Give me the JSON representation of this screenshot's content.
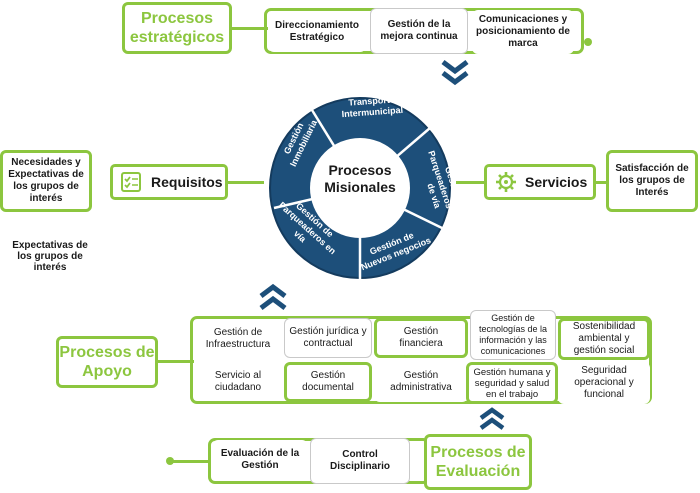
{
  "estrategicos": {
    "title": "Procesos estratégicos",
    "items": [
      "Direccionamiento Estratégico",
      "Gestión de la mejora continua",
      "Comunicaciones y posicionamiento de marca"
    ]
  },
  "misionales": {
    "center": "Procesos Misionales",
    "segments": [
      "Transporte Intermunicipal",
      "Gestión de Parqueaderos Fuera de vía",
      "Gestión de Nuevos negocios",
      "Gestión de Parqueaderos en vía",
      "Gestión Inmobiliaria"
    ]
  },
  "requisitos": {
    "label": "Requisitos",
    "input_box": "Necesidades y Expectativas de los grupos de interés",
    "note": "Expectativas de los grupos de interés",
    "icon": "checklist-icon"
  },
  "servicios": {
    "label": "Servicios",
    "output_box": "Satisfacción de los grupos de Interés",
    "icon": "gear-icon"
  },
  "apoyo": {
    "title": "Procesos de Apoyo",
    "row1": [
      "Gestión de Infraestructura",
      "Gestión jurídica y contractual",
      "Gestión financiera",
      "Gestión de tecnologías de la información y las comunicaciones",
      "Sostenibilidad ambiental y gestión social"
    ],
    "row2": [
      "Servicio al ciudadano",
      "Gestión documental",
      "Gestión administrativa",
      "Gestión humana y seguridad y salud en el trabajo",
      "Seguridad operacional y funcional"
    ]
  },
  "evaluacion": {
    "title": "Procesos de Evaluación",
    "items": [
      "Evaluación de la Gestión",
      "Control Disciplinario"
    ]
  },
  "colors": {
    "green": "#8cc63f",
    "navy": "#1d4f7a",
    "navy_dark": "#143b5e"
  }
}
